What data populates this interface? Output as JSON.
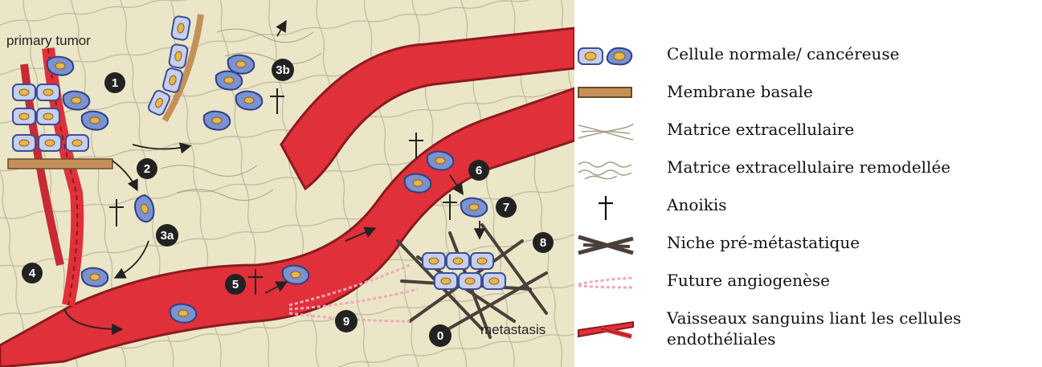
{
  "diagram": {
    "labels": {
      "primary_tumor": "primary tumor",
      "metastasis": "metastasis"
    },
    "steps": [
      "1",
      "2",
      "3a",
      "3b",
      "4",
      "5",
      "6",
      "7",
      "8",
      "9",
      "0"
    ],
    "colors": {
      "vessel_red": "#e0303a",
      "vessel_dark": "#8a1a1e",
      "cell_blue": "#6f86c6",
      "cell_fill": "#c7cff0",
      "nucleus": "#e8b64a",
      "matrix_bg": "#ece6c8",
      "membrane": "#c4905a",
      "niche": "#4b3f3a",
      "angiogenesis": "#f0a8b8"
    }
  },
  "legend": [
    {
      "icon": "normal-cancer-cell-icon",
      "text": "Cellule normale/ cancéreuse"
    },
    {
      "icon": "basement-membrane-icon",
      "text": "Membrane basale"
    },
    {
      "icon": "extracellular-matrix-icon",
      "text": "Matrice extracellulaire"
    },
    {
      "icon": "remodeled-matrix-icon",
      "text": "Matrice extracellulaire remodellée"
    },
    {
      "icon": "anoikis-cross-icon",
      "text": "Anoikis"
    },
    {
      "icon": "premetastatic-niche-icon",
      "text": "Niche pré-métastatique"
    },
    {
      "icon": "angiogenesis-icon",
      "text": "Future angiogenèse"
    },
    {
      "icon": "blood-vessel-icon",
      "text": "Vaisseaux sanguins liant les cellules endothéliales"
    }
  ]
}
